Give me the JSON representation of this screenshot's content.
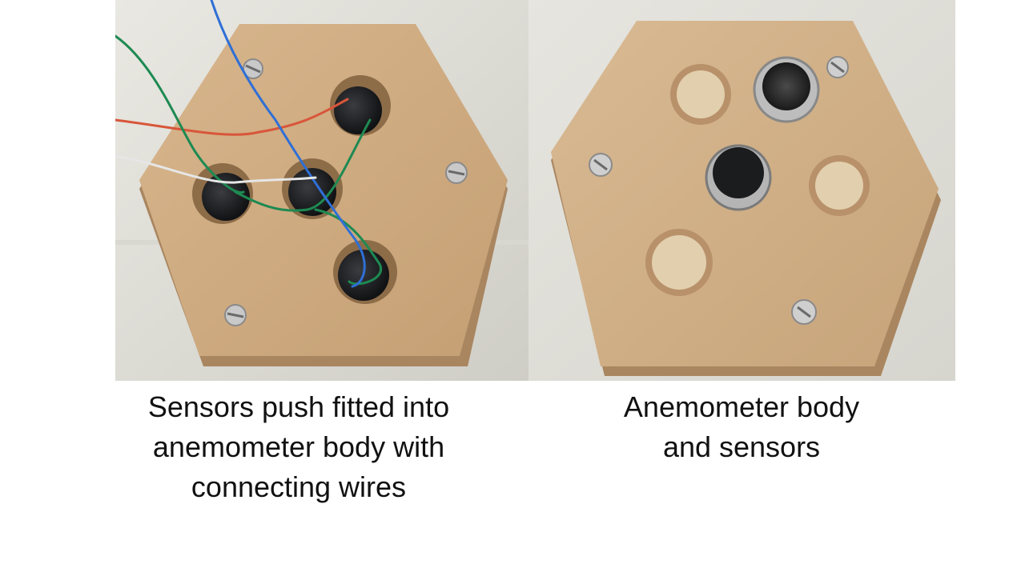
{
  "slide": {
    "left_photo": {
      "subject": "underside of hexagonal MDF anemometer body with wired ultrasonic sensors",
      "wire_colors": [
        "#d8563a",
        "#1e8a52",
        "#2f6fd6",
        "#e6e6e6"
      ]
    },
    "right_photo": {
      "subject": "top of hexagonal MDF anemometer body with two ultrasonic sensors and empty holes"
    },
    "captions": {
      "left": [
        "Sensors push fitted into",
        "anemometer body with",
        "connecting wires"
      ],
      "right": [
        "Anemometer body",
        "and sensors"
      ]
    }
  }
}
